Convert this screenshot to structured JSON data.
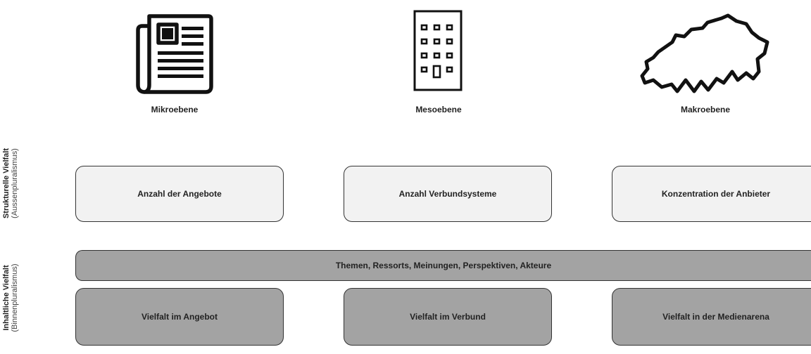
{
  "levels": [
    {
      "icon": "newspaper-icon",
      "label": "Mikroebene"
    },
    {
      "icon": "building-icon",
      "label": "Mesoebene"
    },
    {
      "icon": "switzerland-map-icon",
      "label": "Makroebene"
    }
  ],
  "rows": {
    "structural": {
      "title": "Strukturelle Vielfalt",
      "subtitle": "(Aussenpluralismus)"
    },
    "content": {
      "title": "Inhaltliche Vielfalt",
      "subtitle": "(Binnenpluralismus)"
    }
  },
  "structural_boxes": [
    "Anzahl der Angebote",
    "Anzahl Verbundsysteme",
    "Konzentration der Anbieter"
  ],
  "band": {
    "label": "Themen, Ressorts, Meinungen, Perspektiven, Akteure"
  },
  "content_boxes": [
    "Vielfalt im Angebot",
    "Vielfalt im Verbund",
    "Vielfalt in der Medienarena"
  ],
  "colors": {
    "light_box": "#f2f2f2",
    "dark_box": "#a3a3a3",
    "stroke": "#111111"
  }
}
